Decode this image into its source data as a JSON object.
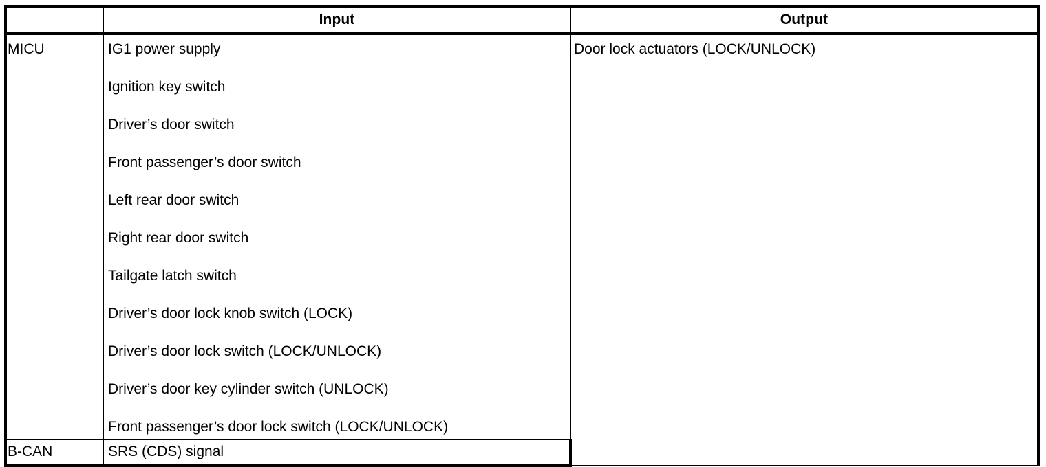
{
  "table": {
    "headers": {
      "module_column": "",
      "input_column": "Input",
      "output_column": "Output"
    },
    "rows": [
      {
        "module": "MICU",
        "inputs": [
          "IG1 power supply",
          "Ignition key switch",
          "Driver’s door switch",
          "Front passenger’s door switch",
          "Left rear door switch",
          "Right rear door switch",
          "Tailgate latch switch",
          "Driver’s door lock knob switch (LOCK)",
          "Driver’s door lock switch (LOCK/UNLOCK)",
          "Driver’s door key cylinder switch (UNLOCK)",
          "Front passenger’s door lock switch (LOCK/UNLOCK)"
        ]
      },
      {
        "module": "B-CAN",
        "inputs": [
          "SRS (CDS) signal"
        ]
      }
    ],
    "outputs": [
      "Door lock actuators (LOCK/UNLOCK)"
    ],
    "colors": {
      "border": "#000000",
      "text": "#000000",
      "background": "#ffffff"
    }
  }
}
